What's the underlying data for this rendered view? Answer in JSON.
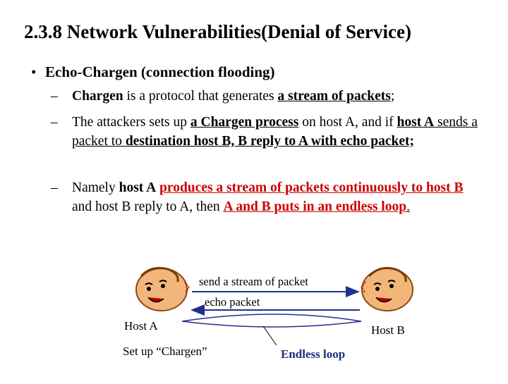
{
  "slide": {
    "title": "2.3.8  Network Vulnerabilities(Denial of Service)",
    "bullet": "Echo-Chargen (connection flooding)",
    "bullet_marker": "•",
    "dash": "–",
    "item1": {
      "p1": "Chargen",
      "p2": " is a protocol that generates ",
      "p3": "a stream of packets",
      "p4": ";"
    },
    "item2": {
      "p1": "The attackers sets up ",
      "p2": "a Chargen process",
      "p3": " on host A,  and if ",
      "p4": "host A",
      "p5": " sends a packet to ",
      "p6": "destination host B,  B reply to  A with echo packet;"
    },
    "item3": {
      "p1": "Namely ",
      "p2": "host A",
      "p3": " ",
      "p4": "produces a stream of packets continuously to host B",
      "p5": " and host B reply to A,  then ",
      "p6": "A and B  puts in an endless loop",
      "p7": ". "
    }
  },
  "diagram": {
    "send_label": "send  a stream of packet",
    "echo_label": "echo packet",
    "host_a_label": "Host A",
    "host_b_label": "Host B",
    "setup_label": "Set up “Chargen”",
    "loop_label": "Endless loop",
    "colors": {
      "arrow": "#1f2f8f",
      "loop": "#1f2f8f",
      "face_fill": "#f3b67a",
      "face_stroke": "#7a3b00",
      "dash": "#c00000"
    }
  }
}
